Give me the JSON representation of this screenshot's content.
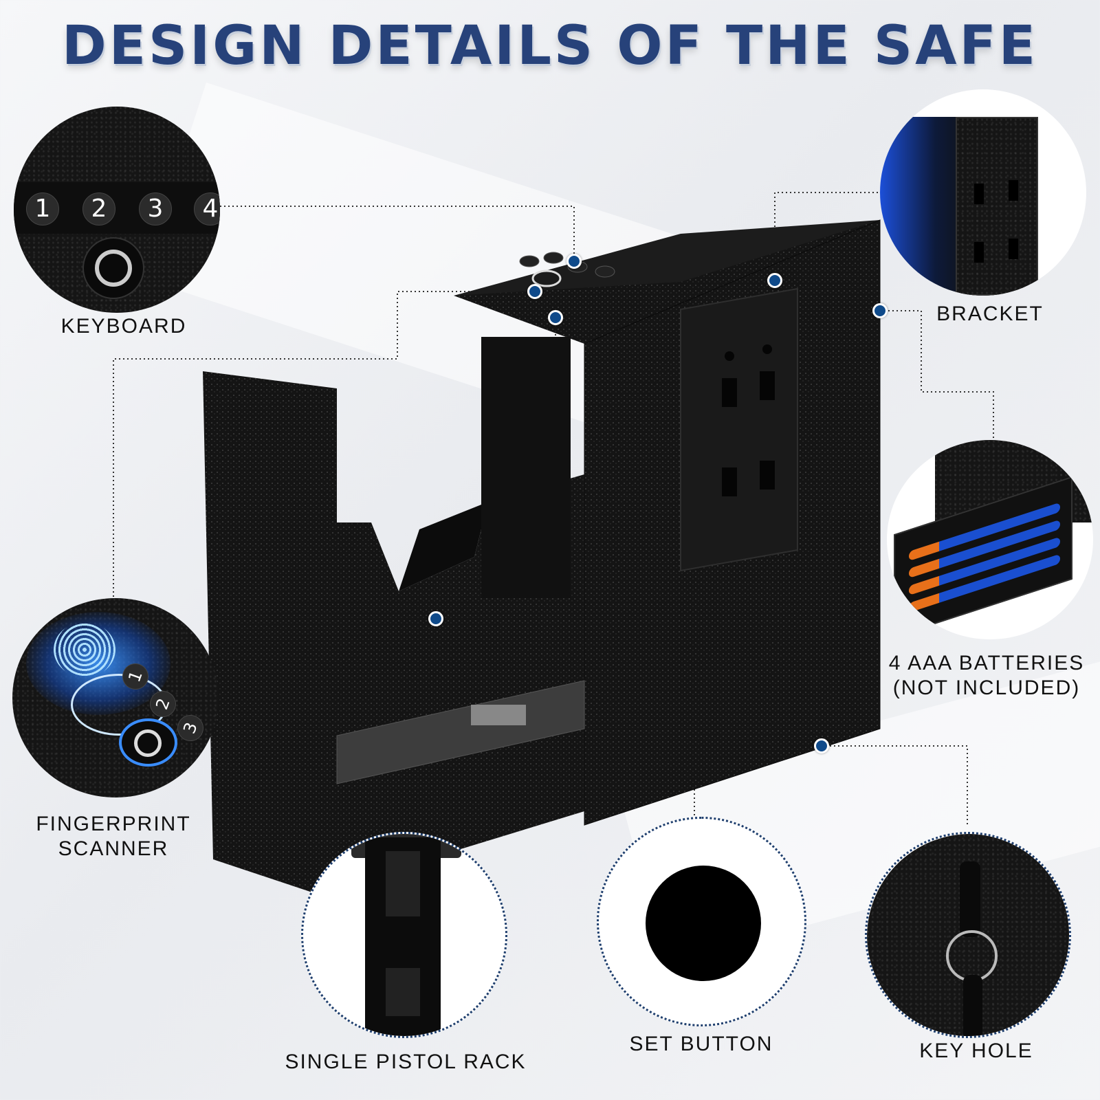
{
  "title": "DESIGN DETAILS OF THE SAFE",
  "callouts": {
    "keyboard": "KEYBOARD",
    "fingerprint_line1": "FINGERPRINT",
    "fingerprint_line2": "SCANNER",
    "bracket": "BRACKET",
    "batteries_line1": "4 AAA BATTERIES",
    "batteries_line2": "(NOT INCLUDED)",
    "pistol_rack": "SINGLE PISTOL RACK",
    "set_button": "SET BUTTON",
    "key_hole": "KEY HOLE"
  },
  "keypad": {
    "keys": [
      "1",
      "2",
      "3",
      "4"
    ]
  },
  "fingerprint_keys": [
    "1",
    "2",
    "3"
  ],
  "colors": {
    "title": "#27427a",
    "marker": "#0f4a8a",
    "safe": "#151515"
  }
}
